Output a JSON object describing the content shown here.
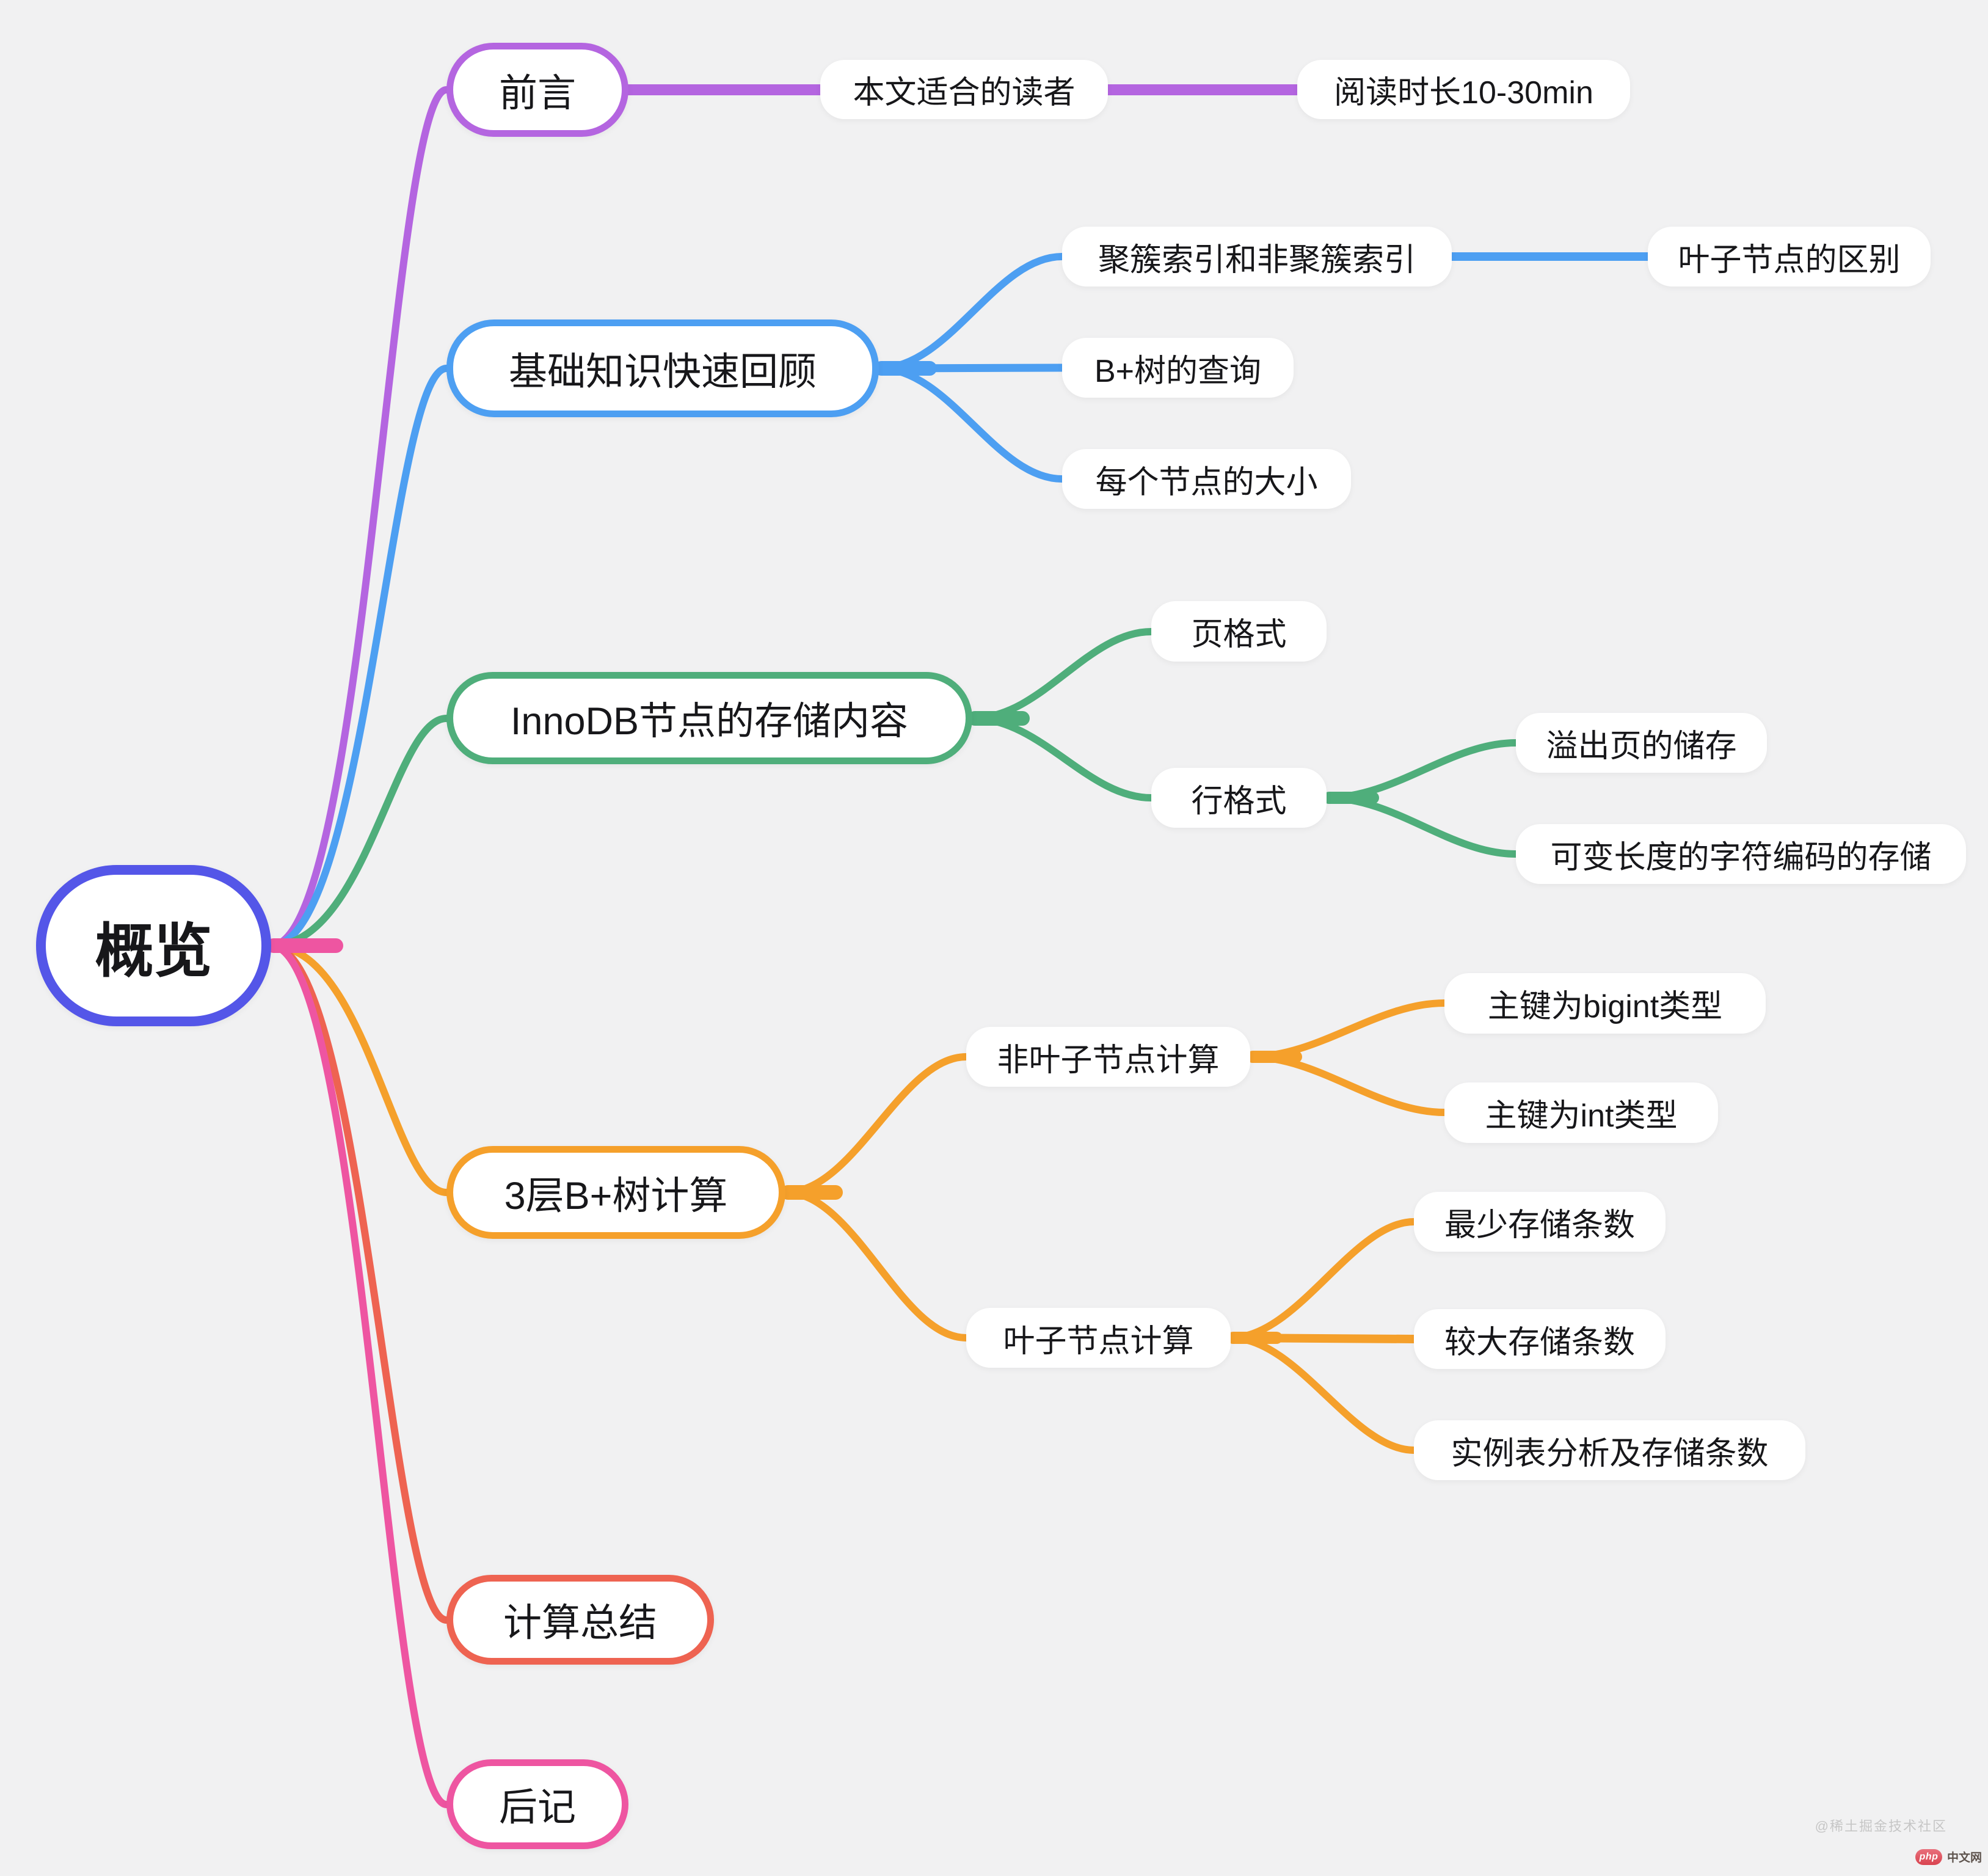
{
  "canvas": {
    "background": "#f1f1f2",
    "text_color": "#17171a"
  },
  "tree": {
    "label": "概览",
    "color": "#5456e8",
    "children": [
      {
        "label": "前言",
        "color": "#b465e0",
        "children": [
          {
            "label": "本文适合的读者",
            "children": [
              {
                "label": "阅读时长10-30min"
              }
            ]
          }
        ]
      },
      {
        "label": "基础知识快速回顾",
        "color": "#4d9ff2",
        "children": [
          {
            "label": "聚簇索引和非聚簇索引",
            "children": [
              {
                "label": "叶子节点的区别"
              }
            ]
          },
          {
            "label": "B+树的查询"
          },
          {
            "label": "每个节点的大小"
          }
        ]
      },
      {
        "label": "InnoDB节点的存储内容",
        "color": "#4fae7b",
        "children": [
          {
            "label": "页格式"
          },
          {
            "label": "行格式",
            "children": [
              {
                "label": "溢出页的储存"
              },
              {
                "label": "可变长度的字符编码的存储"
              }
            ]
          }
        ]
      },
      {
        "label": "3层B+树计算",
        "color": "#f5a02b",
        "children": [
          {
            "label": "非叶子节点计算",
            "children": [
              {
                "label": "主键为bigint类型"
              },
              {
                "label": "主键为int类型"
              }
            ]
          },
          {
            "label": "叶子节点计算",
            "children": [
              {
                "label": "最少存储条数"
              },
              {
                "label": "较大存储条数"
              },
              {
                "label": "实例表分析及存储条数"
              }
            ]
          }
        ]
      },
      {
        "label": "计算总结",
        "color": "#ee6351"
      },
      {
        "label": "后记",
        "color": "#ee55a1"
      }
    ]
  },
  "watermark": {
    "credit": "@稀土掘金技术社区",
    "logo_text": "php",
    "logo_suffix": "中文网"
  }
}
